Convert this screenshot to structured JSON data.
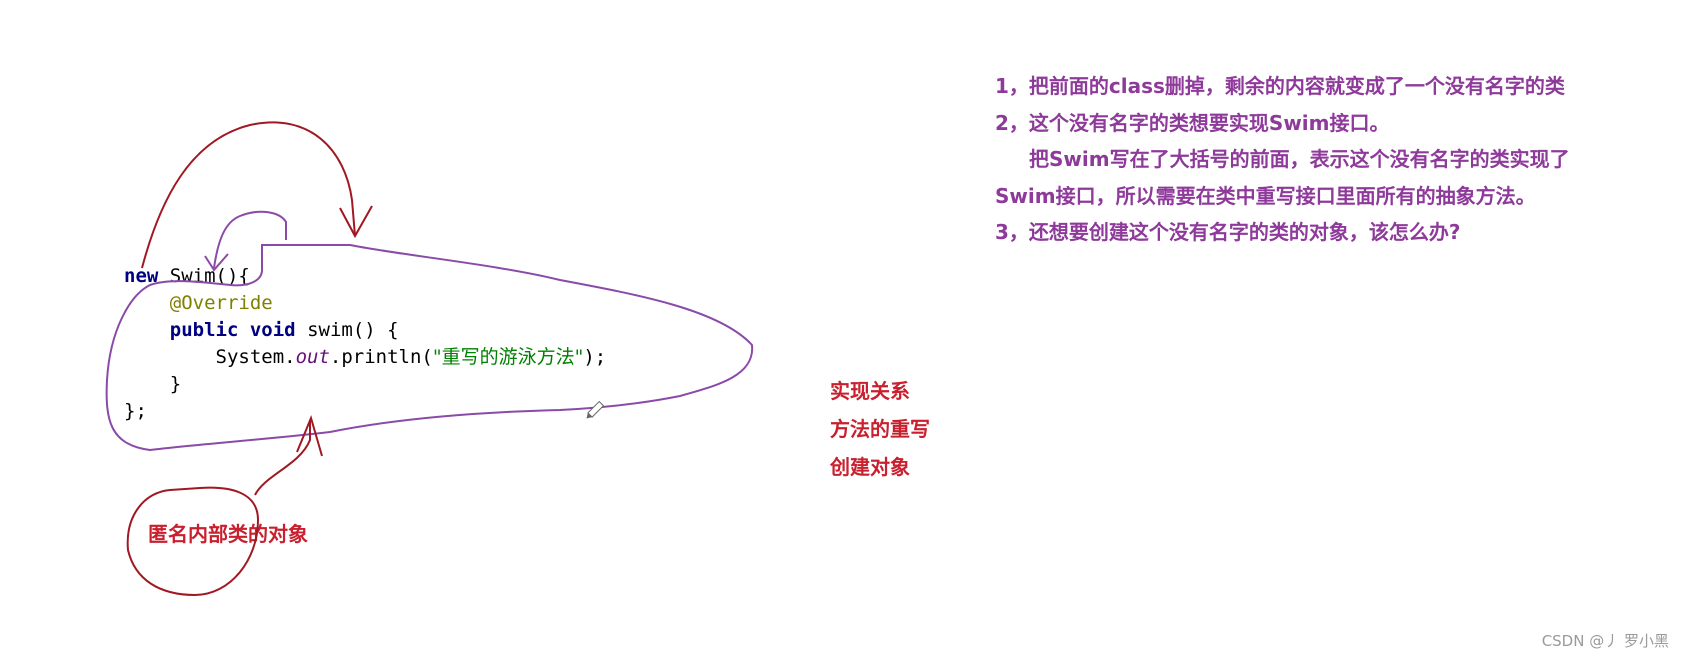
{
  "code": {
    "lines": [
      {
        "t1": "new",
        "t2": " Swim(){"
      },
      {
        "annotation": "@Override"
      },
      {
        "kw1": "public",
        "kw2": "void",
        "rest": " swim() {"
      },
      {
        "pre": "System.",
        "field": "out",
        "mid": ".println(",
        "str": "\"重写的游泳方法\"",
        "post": ");"
      },
      {
        "text": "}"
      },
      {
        "text": "};"
      }
    ]
  },
  "notes": {
    "items": [
      "1，把前面的class删掉，剩余的内容就变成了一个没有名字的类",
      "2，这个没有名字的类想要实现Swim接口。",
      "把Swim写在了大括号的前面，表示这个没有名字的类实现了",
      "Swim接口，所以需要在类中重写接口里面所有的抽象方法。",
      "3，还想要创建这个没有名字的类的对象，该怎么办?"
    ],
    "color": "#8e3a9a"
  },
  "labels": {
    "items": [
      "实现关系",
      "方法的重写",
      "创建对象"
    ],
    "color": "#c8202e"
  },
  "anon_label": "匿名内部类的对象",
  "watermark": "CSDN @丿 罗小黑",
  "ink_colors": {
    "red": "#a01822",
    "purple": "#8a4aa8"
  }
}
